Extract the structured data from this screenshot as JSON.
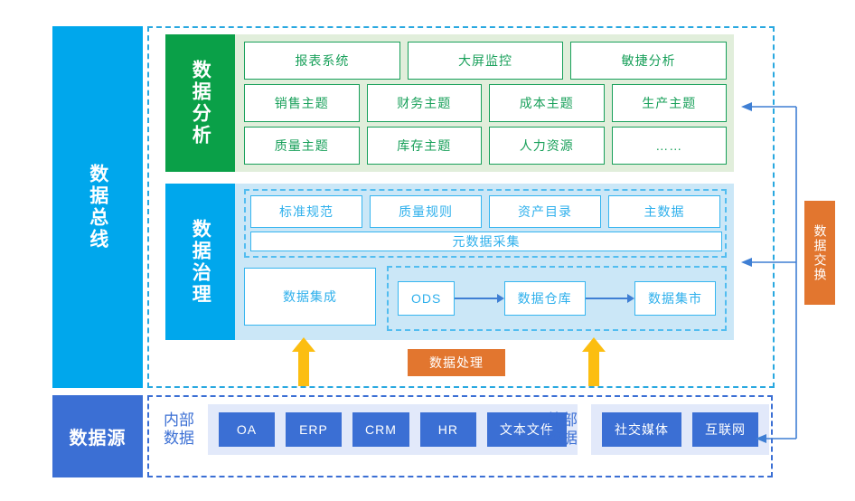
{
  "diagram": {
    "bus": {
      "label": "数据总线"
    },
    "source_rail": {
      "label": "数据源"
    },
    "exchange": {
      "label": "数据交换",
      "color": "#e2762f"
    },
    "processing": {
      "label": "数据处理",
      "color": "#e2762f"
    },
    "analysis": {
      "header": "数据分析",
      "header_color": "#0aa048",
      "band_color": "#e1eedb",
      "box_color": "#18a05a",
      "rows": [
        [
          "报表系统",
          "大屏监控",
          "敏捷分析"
        ],
        [
          "销售主题",
          "财务主题",
          "成本主题",
          "生产主题"
        ],
        [
          "质量主题",
          "库存主题",
          "人力资源",
          "……"
        ]
      ]
    },
    "governance": {
      "header": "数据治理",
      "header_color": "#00a7ec",
      "band_color": "#cbe7f7",
      "box_color": "#36b5ef",
      "rules_row": [
        "标准规范",
        "质量规则",
        "资产目录",
        "主数据"
      ],
      "metadata": "元数据采集",
      "integration": "数据集成",
      "pipeline": [
        "ODS",
        "数据仓库",
        "数据集市"
      ]
    },
    "sources": {
      "internal": {
        "label": "内部\n数据",
        "items": [
          "OA",
          "ERP",
          "CRM",
          "HR",
          "文本文件"
        ]
      },
      "external": {
        "label": "外部\n数据",
        "items": [
          "社交媒体",
          "互联网"
        ]
      },
      "box_color": "#3b6fd4",
      "strip_color": "#e2e9fa"
    },
    "connectors": {
      "arrow_color": "#3f7fd4",
      "up_arrow_color": "#fcbe11"
    }
  }
}
